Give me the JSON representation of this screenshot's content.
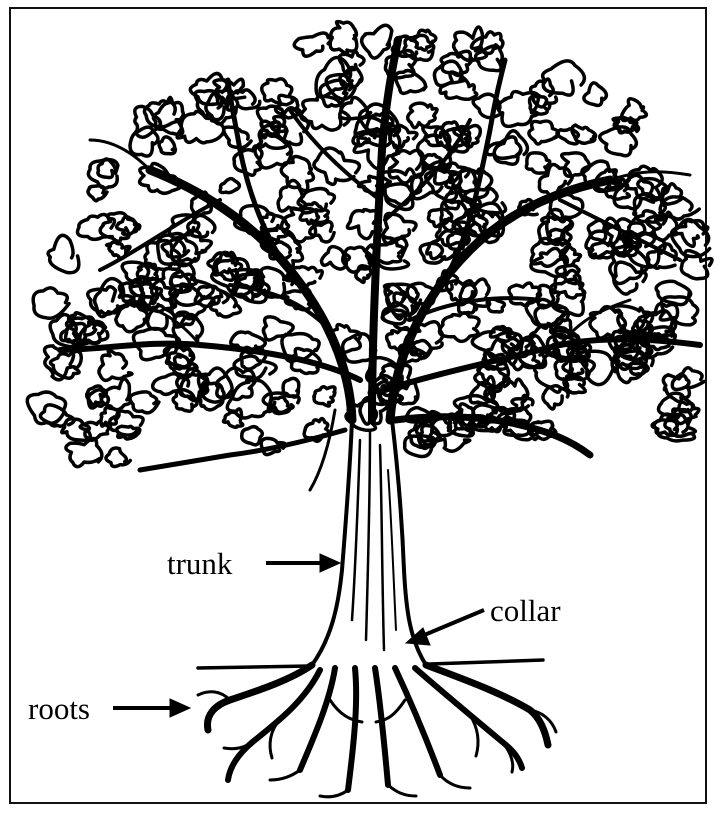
{
  "labels": {
    "trunk": "trunk",
    "collar": "collar",
    "roots": "roots"
  },
  "colors": {
    "ink": "#000000",
    "background": "#ffffff"
  }
}
